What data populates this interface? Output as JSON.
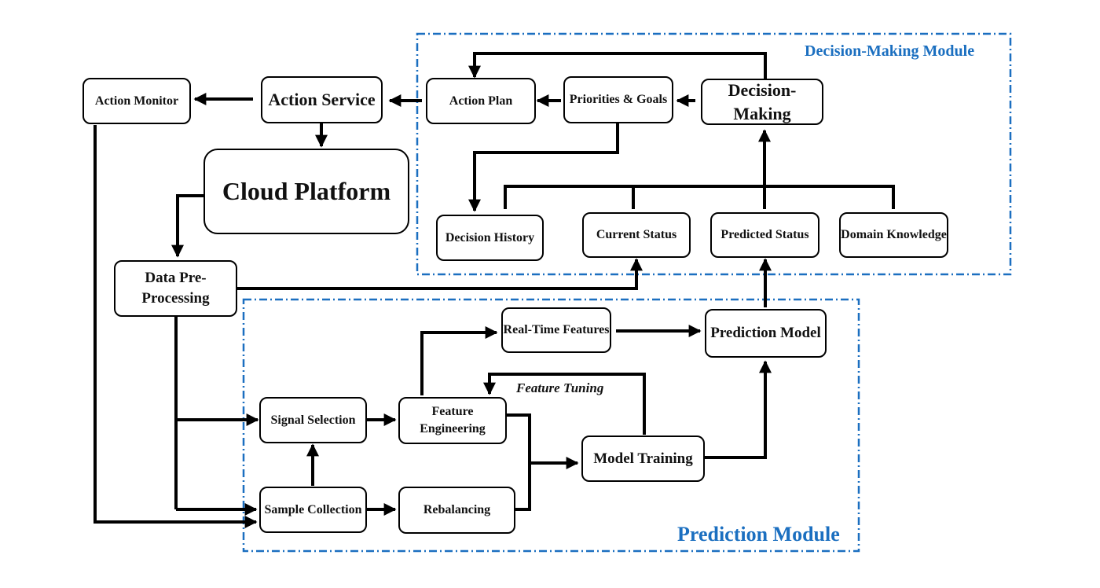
{
  "modules": {
    "decision": "Decision-Making Module",
    "prediction": "Prediction Module"
  },
  "nodes": {
    "action_monitor": "Action Monitor",
    "action_service": "Action Service",
    "cloud_platform": "Cloud Platform",
    "data_preprocessing": "Data Pre-Processing",
    "action_plan": "Action Plan",
    "priorities_goals": "Priorities & Goals",
    "decision_making": "Decision-Making",
    "decision_history": "Decision History",
    "current_status": "Current Status",
    "predicted_status": "Predicted Status",
    "domain_knowledge": "Domain Knowledge",
    "real_time_features": "Real-Time Features",
    "prediction_model": "Prediction Model",
    "signal_selection": "Signal Selection",
    "feature_engineering": "Feature Engineering",
    "model_training": "Model Training",
    "sample_collection": "Sample Collection",
    "rebalancing": "Rebalancing"
  },
  "annotations": {
    "feature_tuning": "Feature Tuning"
  },
  "colors": {
    "module_border": "#1b6fc0",
    "line": "#000000"
  }
}
